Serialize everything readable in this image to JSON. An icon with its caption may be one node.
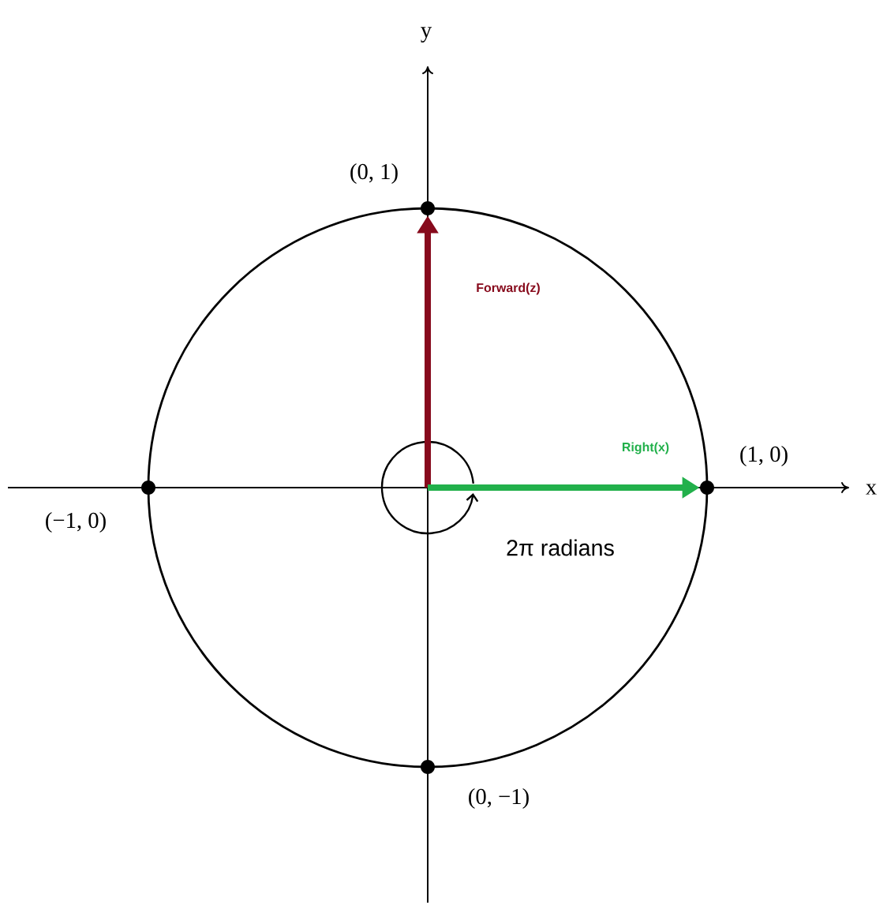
{
  "diagram": {
    "nodes": [
      {
        "text": [],
        "shape": "circle",
        "beside": [
          "(0, 1)"
        ]
      },
      {
        "text": [],
        "shape": "circle",
        "beside": [
          "(1, 0)"
        ]
      },
      {
        "text": [],
        "shape": "circle",
        "beside": [
          "(−1, 0)"
        ]
      },
      {
        "text": [],
        "shape": "circle",
        "beside": [
          "(0, −1)"
        ]
      }
    ],
    "edges": [
      {
        "from": null,
        "to": 0,
        "arrow": "to",
        "label": "Forward(z)",
        "color": "#870a1c"
      },
      {
        "from": null,
        "to": 1,
        "arrow": "to",
        "label": "Right(x)",
        "color": "#22b04b"
      }
    ],
    "labels": [
      "y",
      "x",
      "2π radians"
    ]
  }
}
